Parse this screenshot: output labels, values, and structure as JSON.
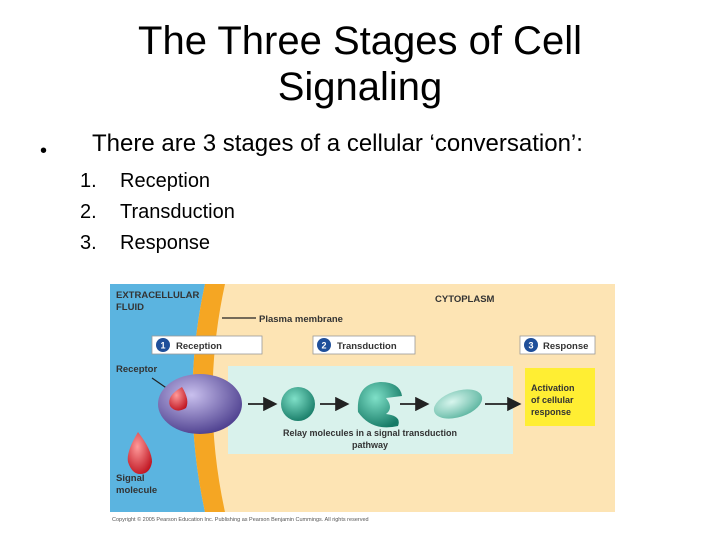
{
  "slide": {
    "title": "The Three Stages of Cell Signaling",
    "bullet": "There are 3 stages of a cellular ‘conversation’:",
    "bullet_marker": "•",
    "steps": [
      {
        "num": "1.",
        "label": "Reception"
      },
      {
        "num": "2.",
        "label": "Transduction"
      },
      {
        "num": "3.",
        "label": "Response"
      }
    ]
  },
  "figure": {
    "extracellular_1": "EXTRACELLULAR",
    "extracellular_2": "FLUID",
    "cytoplasm": "CYTOPLASM",
    "plasma_membrane": "Plasma membrane",
    "stages": [
      {
        "num": "1",
        "label": "Reception"
      },
      {
        "num": "2",
        "label": "Transduction"
      },
      {
        "num": "3",
        "label": "Response"
      }
    ],
    "receptor": "Receptor",
    "signal_1": "Signal",
    "signal_2": "molecule",
    "relay_1": "Relay molecules in a signal transduction",
    "relay_2": "pathway",
    "activation_1": "Activation",
    "activation_2": "of cellular",
    "activation_3": "response",
    "copyright": "Copyright © 2005 Pearson Education Inc. Publishing as Pearson Benjamin Cummings. All rights reserved",
    "colors": {
      "extracellular": "#5bb4e0",
      "membrane": "#f5a623",
      "cytoplasm": "#fde4b4",
      "pathway_box": "#d9f2ec",
      "response_box": "#ffee33",
      "receptor": "#6a5aa8",
      "signal": "#e8323c",
      "relay": "#2aa58c",
      "stage_badge": "#1f4f9a"
    }
  }
}
